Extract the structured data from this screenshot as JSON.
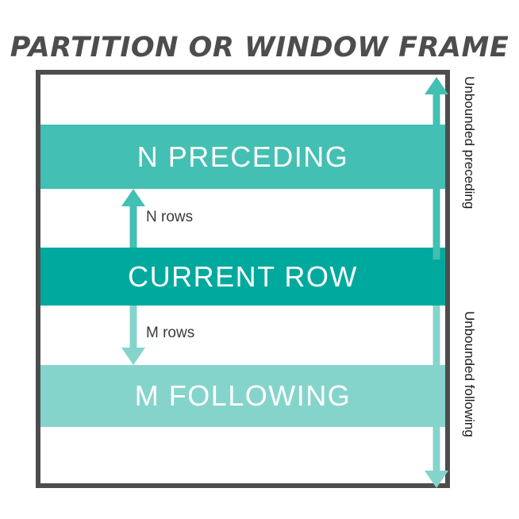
{
  "diagram": {
    "title": "PARTITION OR WINDOW FRAME",
    "bands": [
      {
        "id": "preceding",
        "label": "N PRECEDING",
        "color": "#43bfb3"
      },
      {
        "id": "current",
        "label": "CURRENT ROW",
        "color": "#00a99d"
      },
      {
        "id": "following",
        "label": "M FOLLOWING",
        "color": "#85d4cc"
      }
    ],
    "row_labels": {
      "n_rows": "N rows",
      "m_rows": "M rows"
    },
    "side_labels": {
      "unbounded_preceding": "Unbounded preceding",
      "unbounded_following": "Unbounded following"
    },
    "colors": {
      "frame_border": "#4d4d4d",
      "title_text": "#4d4d4d",
      "band_preceding": "#43bfb3",
      "band_current": "#00a99d",
      "band_following": "#85d4cc",
      "band_text": "#ffffff",
      "label_text": "#3b3b3b",
      "background": "#ffffff"
    }
  }
}
